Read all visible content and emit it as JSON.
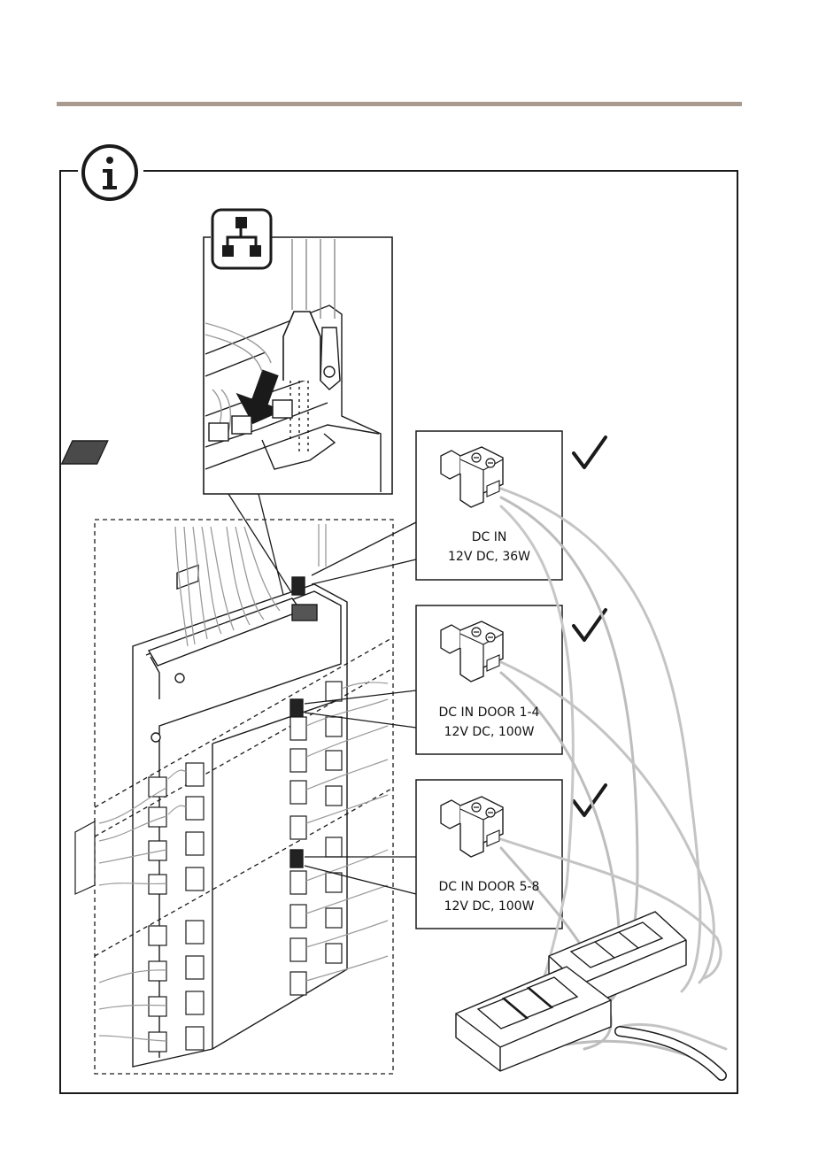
{
  "header": {
    "rule_color": "#a89a8e"
  },
  "info_badge": {
    "icon": "info-icon"
  },
  "network_badge": {
    "icon": "network-icon"
  },
  "callouts": [
    {
      "id": "dc-in",
      "name": "DC IN",
      "spec": "12V DC, 36W",
      "status_icon": "check-icon"
    },
    {
      "id": "dc-in-door-1-4",
      "name": "DC IN DOOR 1-4",
      "spec": "12V DC, 100W",
      "status_icon": "check-icon"
    },
    {
      "id": "dc-in-door-5-8",
      "name": "DC IN DOOR 5-8",
      "spec": "12V DC, 100W",
      "status_icon": "check-icon"
    }
  ],
  "colors": {
    "line": "#1a1a1a",
    "wire": "#bdbdbd",
    "wire_dark": "#9a9a9a",
    "port_fill": "#111111"
  }
}
